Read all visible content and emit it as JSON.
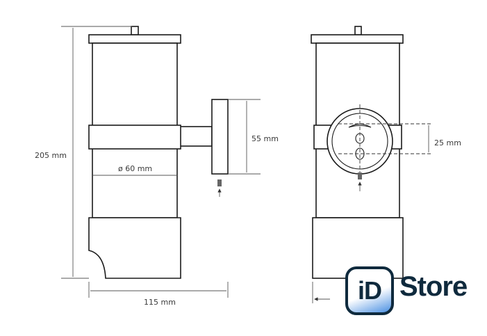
{
  "dimensions": {
    "height": "205 mm",
    "width": "115 mm",
    "diameter": "ø 60 mm",
    "plate_height": "55 mm",
    "hole_spacing": "25 mm"
  },
  "logo": {
    "badge": "iD",
    "text": "Store",
    "colors": {
      "dark": "#0f2a3d",
      "accent": "#4a90e2"
    }
  }
}
